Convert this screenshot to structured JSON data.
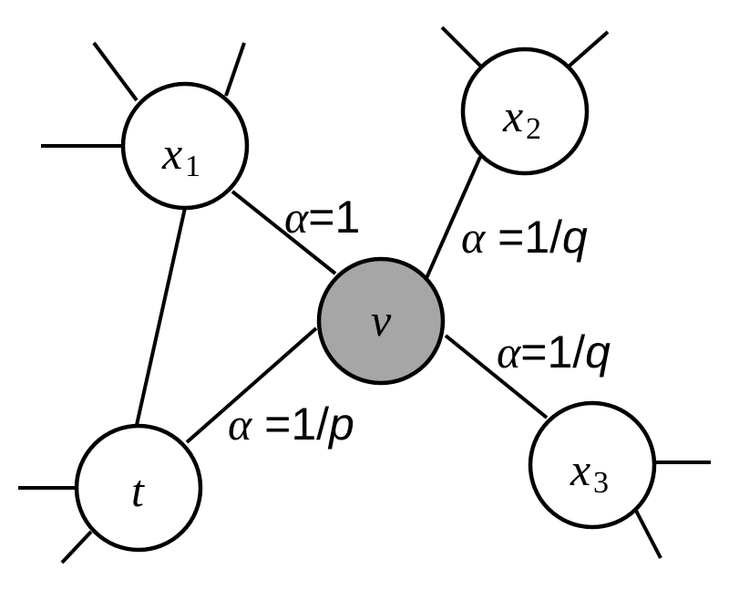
{
  "nodes": {
    "x1": {
      "letter": "x",
      "sub": "1"
    },
    "x2": {
      "letter": "x",
      "sub": "2"
    },
    "x3": {
      "letter": "x",
      "sub": "3"
    },
    "t": {
      "letter": "t"
    },
    "v": {
      "letter": "v"
    }
  },
  "edges": {
    "v_x1": {
      "alpha": "α",
      "rest": "=1",
      "var": ""
    },
    "v_x2": {
      "alpha": "α",
      "rest": " =1/",
      "var": "q"
    },
    "v_x3": {
      "alpha": "α",
      "rest": "=1/",
      "var": "q"
    },
    "v_t": {
      "alpha": "α",
      "rest": " =1/",
      "var": "p"
    }
  },
  "colors": {
    "center_node_fill": "#a6a6a6",
    "node_fill": "#ffffff",
    "stroke": "#000000"
  }
}
